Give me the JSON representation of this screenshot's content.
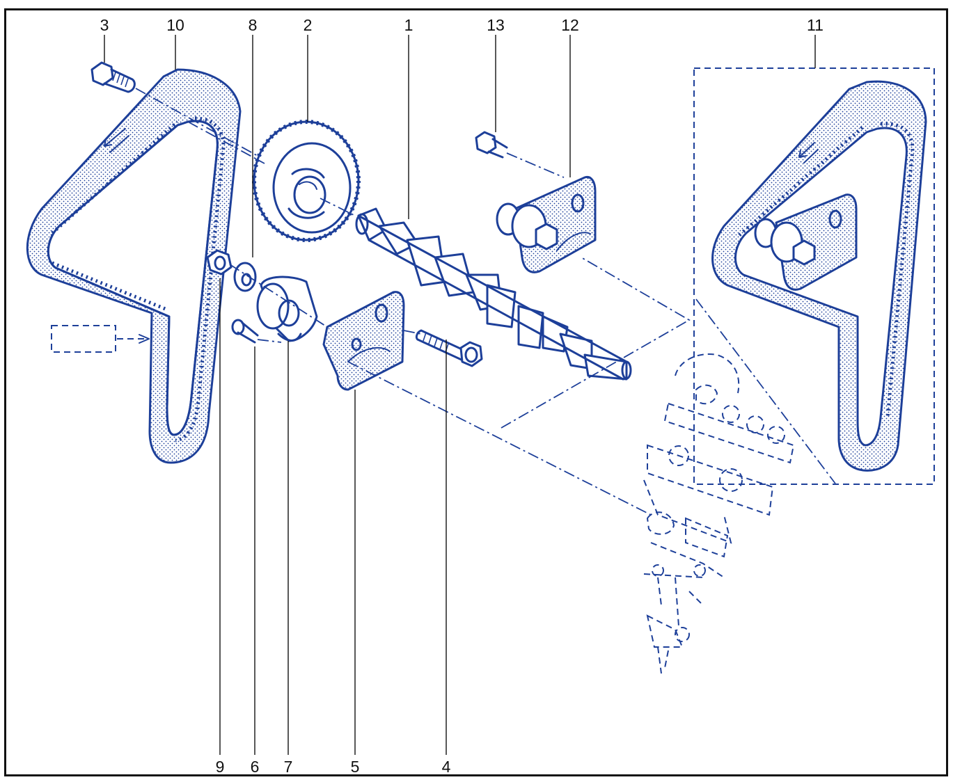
{
  "colors": {
    "ink": "#1d3f99",
    "label": "#111111",
    "frame": "#111111"
  },
  "callouts": {
    "c1": "1",
    "c2": "2",
    "c3": "3",
    "c4": "4",
    "c5": "5",
    "c6": "6",
    "c7": "7",
    "c8": "8",
    "c9": "9",
    "c10": "10",
    "c11": "11",
    "c12": "12",
    "c13": "13"
  },
  "parts": {
    "p1": "camshaft",
    "p2": "camshaft-sprocket",
    "p3": "sprocket-bolt",
    "p4": "tensioner-bolt",
    "p5": "tensioner-plate",
    "p6": "small-bolt",
    "p7": "tensioner-roller",
    "p8": "washer",
    "p9": "nut",
    "p10": "timing-belt",
    "p11": "belt-kit-alternative",
    "p12": "tensioner-plate-assembly",
    "p13": "plate-bolt"
  }
}
